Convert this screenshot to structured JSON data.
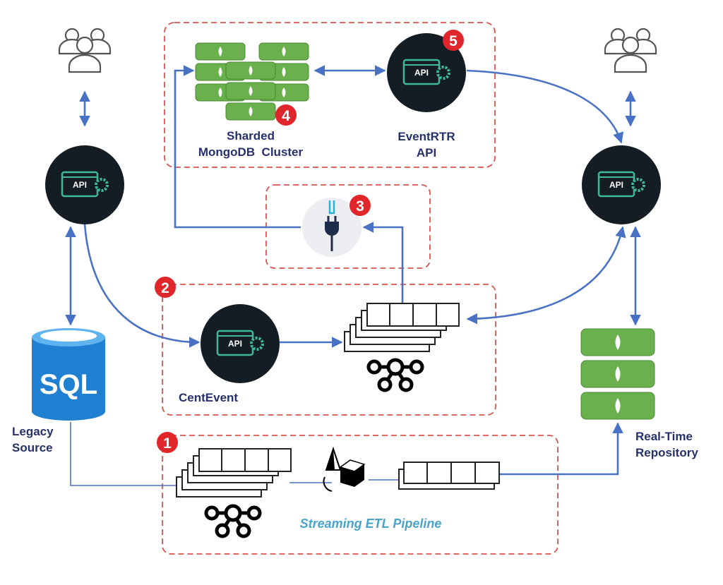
{
  "colors": {
    "flow": "#4a72c4",
    "group_border": "#d9534f",
    "badge": "#e0262a",
    "api_circle": "#141c24",
    "api_accent": "#3fb99a",
    "mongo_green": "#6ab04c",
    "sql_blue": "#1f7fd0",
    "etl_text": "#4aa3c8",
    "label_text": "#26306b"
  },
  "icons": {
    "users": "users-icon",
    "api": "api-gear-icon",
    "mongo": "mongodb-server-stack-icon",
    "sql": "sql-database-icon",
    "kafka": "kafka-logo-icon",
    "connector": "plug-connector-icon",
    "transform": "cube-transform-icon",
    "queue": "message-queue-icon"
  },
  "api_icon_text": "API",
  "sql_icon_text": "SQL",
  "badges": [
    "1",
    "2",
    "3",
    "4",
    "5"
  ],
  "labels": {
    "sharded_line1": "Sharded",
    "sharded_line2": "MongoDB  Cluster",
    "eventrtr_line1": "EventRTR",
    "eventrtr_line2": "API",
    "centevent": "CentEvent",
    "legacy_line1": "Legacy",
    "legacy_line2": "Source",
    "realtime_line1": "Real-Time",
    "realtime_line2": "Repository",
    "etl": "Streaming ETL Pipeline"
  }
}
